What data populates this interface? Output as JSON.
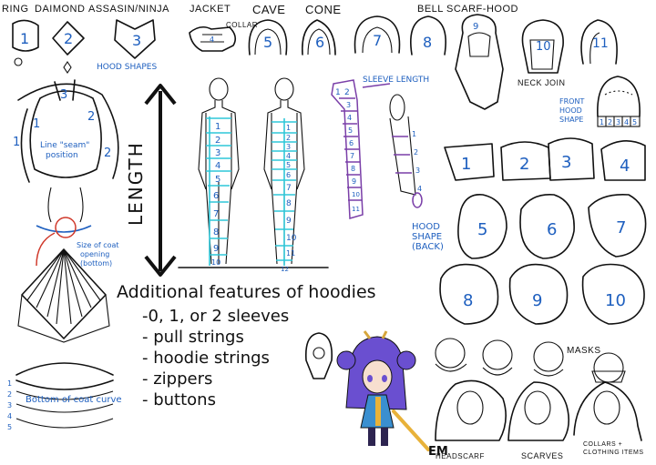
{
  "top_labels": {
    "ring": "RING",
    "daimond": "DAIMOND",
    "assasin": "ASSASIN/NINJA",
    "jacket": "JACKET",
    "collar": "COLLAR",
    "cave": "CAVE",
    "cone": "CONE",
    "bell": "BELL",
    "scarf": "SCARF-HOOD"
  },
  "hood_numbers_top": [
    "1",
    "2",
    "3",
    "4",
    "5",
    "6",
    "7",
    "8",
    "9",
    "10",
    "11"
  ],
  "hood_shapes_label": "HOOD SHAPES",
  "length_label": "LENGTH",
  "sleeve_length_label": "SLEEVE LENGTH",
  "neck_join_label": "NECK JOIN",
  "front_hood_label": [
    "FRONT",
    "HOOD",
    "SHAPE"
  ],
  "front_hood_numbers": [
    "1",
    "2",
    "3",
    "4",
    "5"
  ],
  "hood_back_label": [
    "HOOD",
    "SHAPE",
    "(BACK)"
  ],
  "back_numbers_row1": [
    "1",
    "2",
    "3",
    "4"
  ],
  "back_numbers_row2": [
    "5",
    "6",
    "7"
  ],
  "back_numbers_row3": [
    "8",
    "9",
    "10"
  ],
  "seam_label": [
    "Line \"seam\"",
    "position"
  ],
  "coat_opening_label": [
    "Size of coat",
    "opening",
    "(bottom)"
  ],
  "coat_curve_label": "Bottom of coat curve",
  "coat_curve_numbers": [
    "1",
    "2",
    "3",
    "4",
    "5"
  ],
  "seam_numbers": [
    "1",
    "2",
    "3",
    "1",
    "2"
  ],
  "body_numbers_left": [
    "1",
    "2",
    "3",
    "4",
    "5",
    "6",
    "7",
    "8",
    "9",
    "10"
  ],
  "body_numbers_right": [
    "1",
    "2",
    "3",
    "4",
    "5",
    "6",
    "7",
    "8",
    "9",
    "10",
    "11",
    "12"
  ],
  "sleeve_numbers": [
    "1",
    "2",
    "3",
    "4",
    "5",
    "6",
    "7",
    "8",
    "9",
    "10",
    "11"
  ],
  "sleeve_right_numbers": [
    "1",
    "2",
    "3",
    "4"
  ],
  "masks_label": "MASKS",
  "headscarf_label": "HEADSCARF",
  "scarves_label": "SCARVES",
  "collars_label": [
    "COLLARS +",
    "CLOTHING ITEMS"
  ],
  "features": {
    "title": "Additional features of hoodies",
    "items": [
      "-0, 1, or 2 sleeves",
      "- pull strings",
      "- hoodie strings",
      "- zippers",
      "- buttons"
    ]
  },
  "signature_text": "EM",
  "colors": {
    "annotation_blue": "#1e5fbf",
    "measure_cyan": "#2fc7d8",
    "sleeve_purple": "#7a3fa8",
    "opening_red": "#d0392b",
    "character_hair": "#6a4fd0",
    "character_top": "#3a8fd0"
  }
}
